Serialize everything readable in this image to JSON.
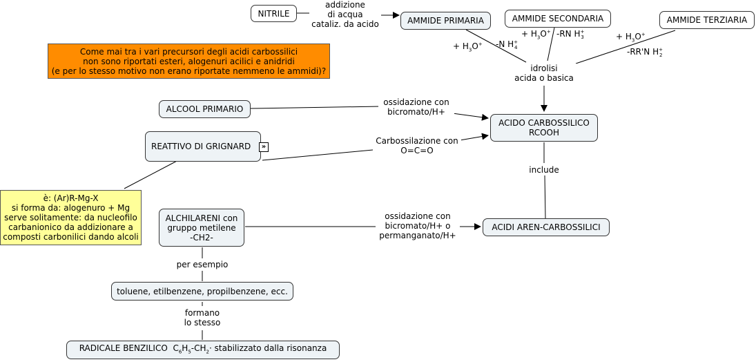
{
  "nodes": {
    "nitrile": "NITRILE",
    "ammide_primaria": "AMMIDE PRIMARIA",
    "ammide_secondaria": "AMMIDE SECONDARIA",
    "ammide_terziaria": "AMMIDE TERZIARIA",
    "question": "Come mai tra i vari precursori degli acidi carbossilici\nnon sono riportati esteri, alogenuri acilici e anidridi\n(e per lo stesso motivo non erano riportate nemmeno le ammidi)?",
    "alcool_primario": "ALCOOL PRIMARIO",
    "grignard": "REATTIVO DI GRIGNARD",
    "acido_carbossilico": "ACIDO CARBOSSILICO\nRCOOH",
    "grignard_note": "è: (Ar)R-Mg-X\nsi forma da: alogenuro + Mg\nserve solitamente: da nucleofilo\ncarbanionico da addizionare a\ncomposti carbonilici dando alcoli",
    "alchilareni": "ALCHILARENI con\ngruppo metilene\n-CH2-",
    "acidi_aren": "ACIDI AREN-CARBOSSILICI",
    "esempi": "toluene, etilbenzene, propilbenzene, ecc.",
    "radicale_prefix": "RADICALE BENZILICO",
    "radicale_formula": {
      "c": "C",
      "c_sub": "6",
      "h": "H",
      "h_sub": "5",
      "mid": "-C",
      "h2": "H",
      "h2_sub": "2",
      "dot": "·"
    },
    "radicale_suffix": "stabilizzato dalla risonanza"
  },
  "links": {
    "addizione": "addizione\ndi acqua\ncataliz. da acido",
    "idrolisi": "idrolisi\nacida o basica",
    "ossidazione1": "ossidazione con\nbicromato/H+",
    "carbossilazione": "Carbossilazione con\nO=C=O",
    "include": "include",
    "ossidazione2": "ossidazione con\nbicromato/H+ o\npermanganato/H+",
    "per_esempio": "per esempio",
    "formano": "formano\nlo stesso"
  },
  "chem_labels": {
    "h3o": {
      "pre": "+ H",
      "sub": "3",
      "o": "O",
      "sup": "+"
    },
    "nh4": {
      "pre": "-N H",
      "sub": "4",
      "sup": "+"
    },
    "rnh3": {
      "pre": "-RN H",
      "sub": "3",
      "sup": "+"
    },
    "rrnh2": {
      "pre": "-RR'N H",
      "sub": "2",
      "sup": "+"
    }
  },
  "icons": {
    "expand": "»"
  },
  "colors": {
    "node_fill": "#eef3f6",
    "question_fill": "#ff8c00",
    "note_fill": "#ffff99"
  }
}
